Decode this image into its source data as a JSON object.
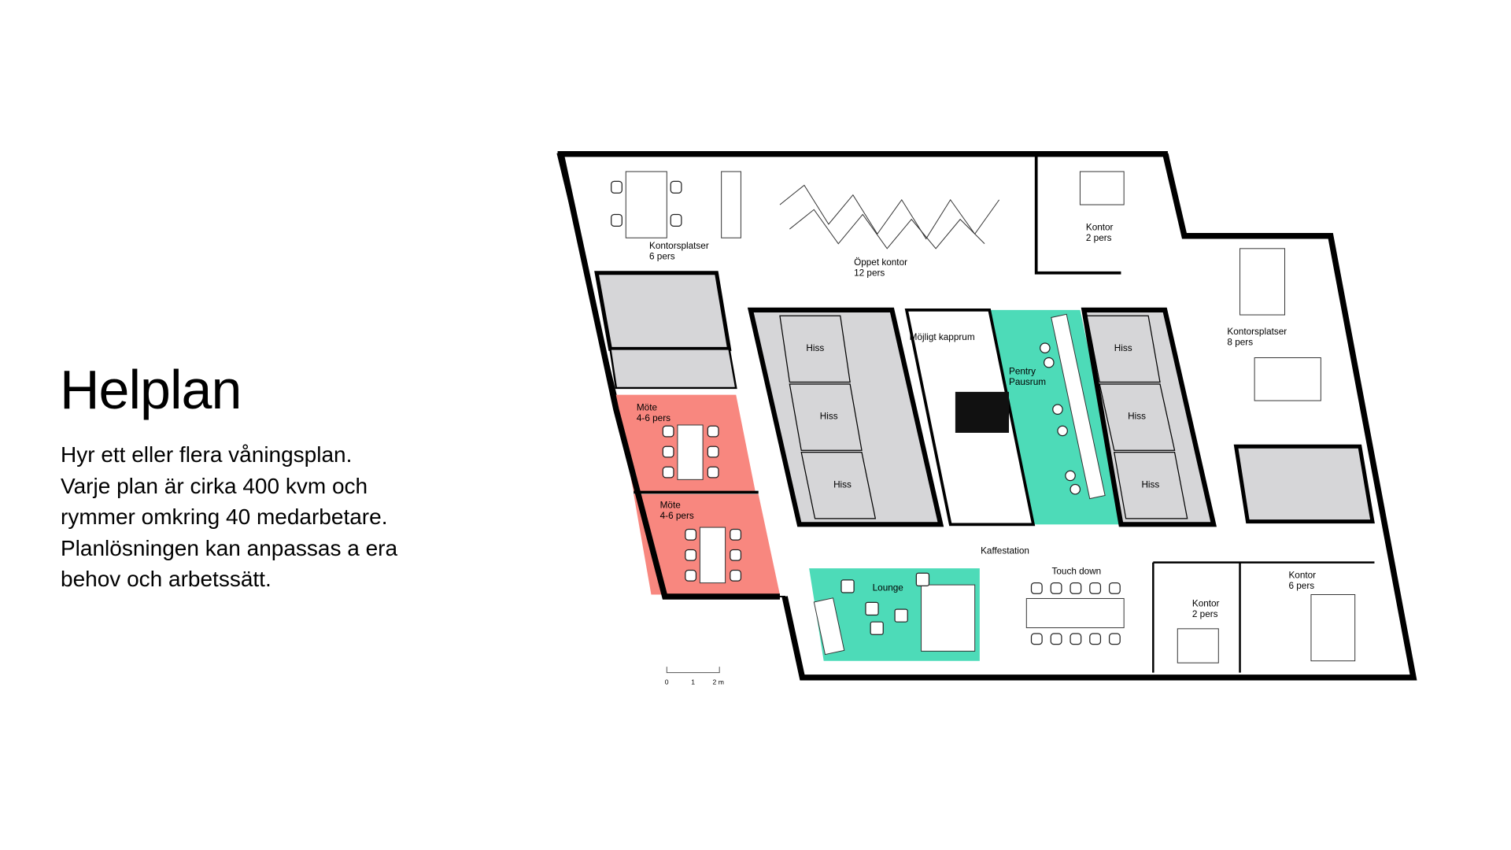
{
  "heading": "Helplan",
  "description_lines": [
    "Hyr ett eller flera våningsplan.",
    "Varje plan är cirka 400 kvm och",
    "rymmer omkring 40 medarbetare.",
    "Planlösningen kan anpassas a era",
    "behov och arbetssätt."
  ],
  "colors": {
    "meeting": "#f8877f",
    "social": "#4ddbb8",
    "core": "#d6d6d8"
  },
  "rooms": {
    "kontorsplatser_6": [
      "Kontorsplatser",
      "6 pers"
    ],
    "oppet_kontor": [
      "Öppet kontor",
      "12 pers"
    ],
    "kontor_2_top": [
      "Kontor",
      "2 pers"
    ],
    "kontorsplatser_8": [
      "Kontorsplatser",
      "8 pers"
    ],
    "mote_1": [
      "Möte",
      "4-6 pers"
    ],
    "mote_2": [
      "Möte",
      "4-6 pers"
    ],
    "hiss": "Hiss",
    "kapprum": "Möjligt kapprum",
    "pentry": [
      "Pentry",
      "Pausrum"
    ],
    "kaffestation": "Kaffestation",
    "lounge": "Lounge",
    "touch_down": "Touch down",
    "kontor_2_bottom": [
      "Kontor",
      "2 pers"
    ],
    "kontor_6": [
      "Kontor",
      "6 pers"
    ]
  },
  "scale_bar": {
    "ticks": [
      "0",
      "1",
      "2 m"
    ]
  }
}
